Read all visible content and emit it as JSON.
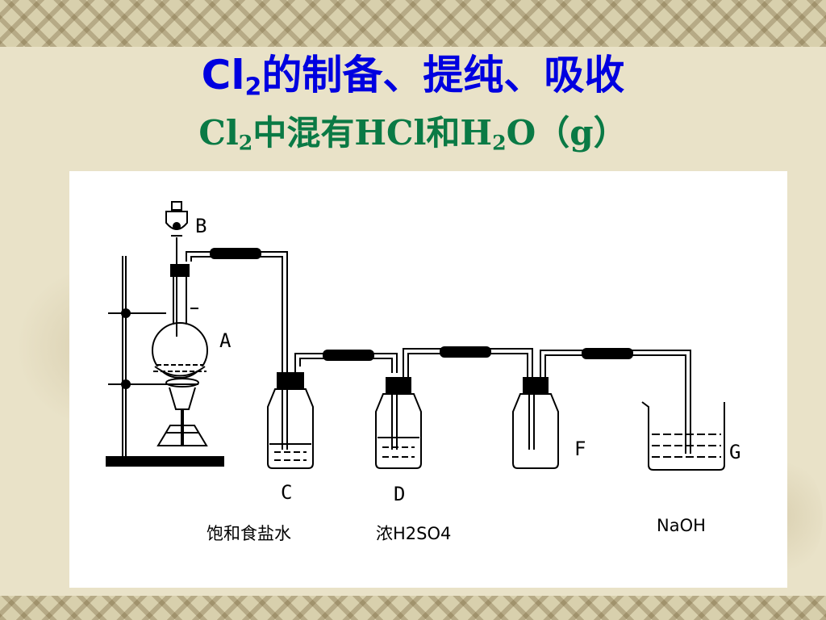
{
  "title": {
    "line1_formula": "Cl",
    "line1_sub": "2",
    "line1_text": "的制备、提纯、吸收",
    "line2_formula": "Cl",
    "line2_sub": "2",
    "line2_mid": "中混有HCl和H",
    "line2_sub2": "2",
    "line2_end": "O（g）"
  },
  "diagram": {
    "labels": {
      "A": "A",
      "B": "B",
      "C": "C",
      "D": "D",
      "F": "F",
      "G": "G"
    },
    "reagents": {
      "C": "饱和食盐水",
      "D": "浓H2SO4",
      "G": "NaOH"
    }
  },
  "colors": {
    "title1": "#0000e0",
    "title2": "#0a7a45",
    "background": "#e9e2c8"
  }
}
